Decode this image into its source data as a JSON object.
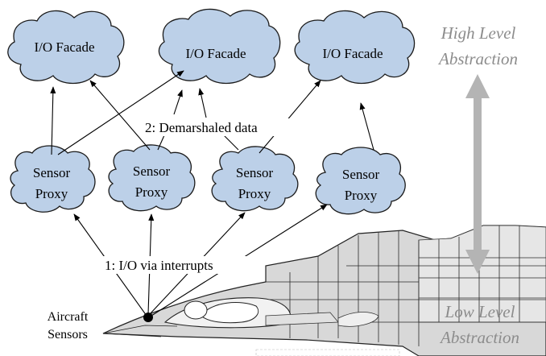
{
  "facades": [
    {
      "label": "I/O Facade"
    },
    {
      "label": "I/O Facade"
    },
    {
      "label": "I/O Facade"
    }
  ],
  "proxies": [
    {
      "line1": "Sensor",
      "line2": "Proxy"
    },
    {
      "line1": "Sensor",
      "line2": "Proxy"
    },
    {
      "line1": "Sensor",
      "line2": "Proxy"
    },
    {
      "line1": "Sensor",
      "line2": "Proxy"
    }
  ],
  "labels": {
    "demarshaled": "2: Demarshaled data",
    "interrupts": "1: I/O via interrupts",
    "sensors_line1": "Aircraft",
    "sensors_line2": "Sensors"
  },
  "abstraction": {
    "high_line1": "High Level",
    "high_line2": "Abstraction",
    "low_line1": "Low Level",
    "low_line2": "Abstraction"
  },
  "colors": {
    "cloud_fill": "#bcd0e8",
    "side_text": "#8c8c8c",
    "axis_arrow": "#b4b4b4",
    "aircraft_fill": "#d8d8d8"
  }
}
